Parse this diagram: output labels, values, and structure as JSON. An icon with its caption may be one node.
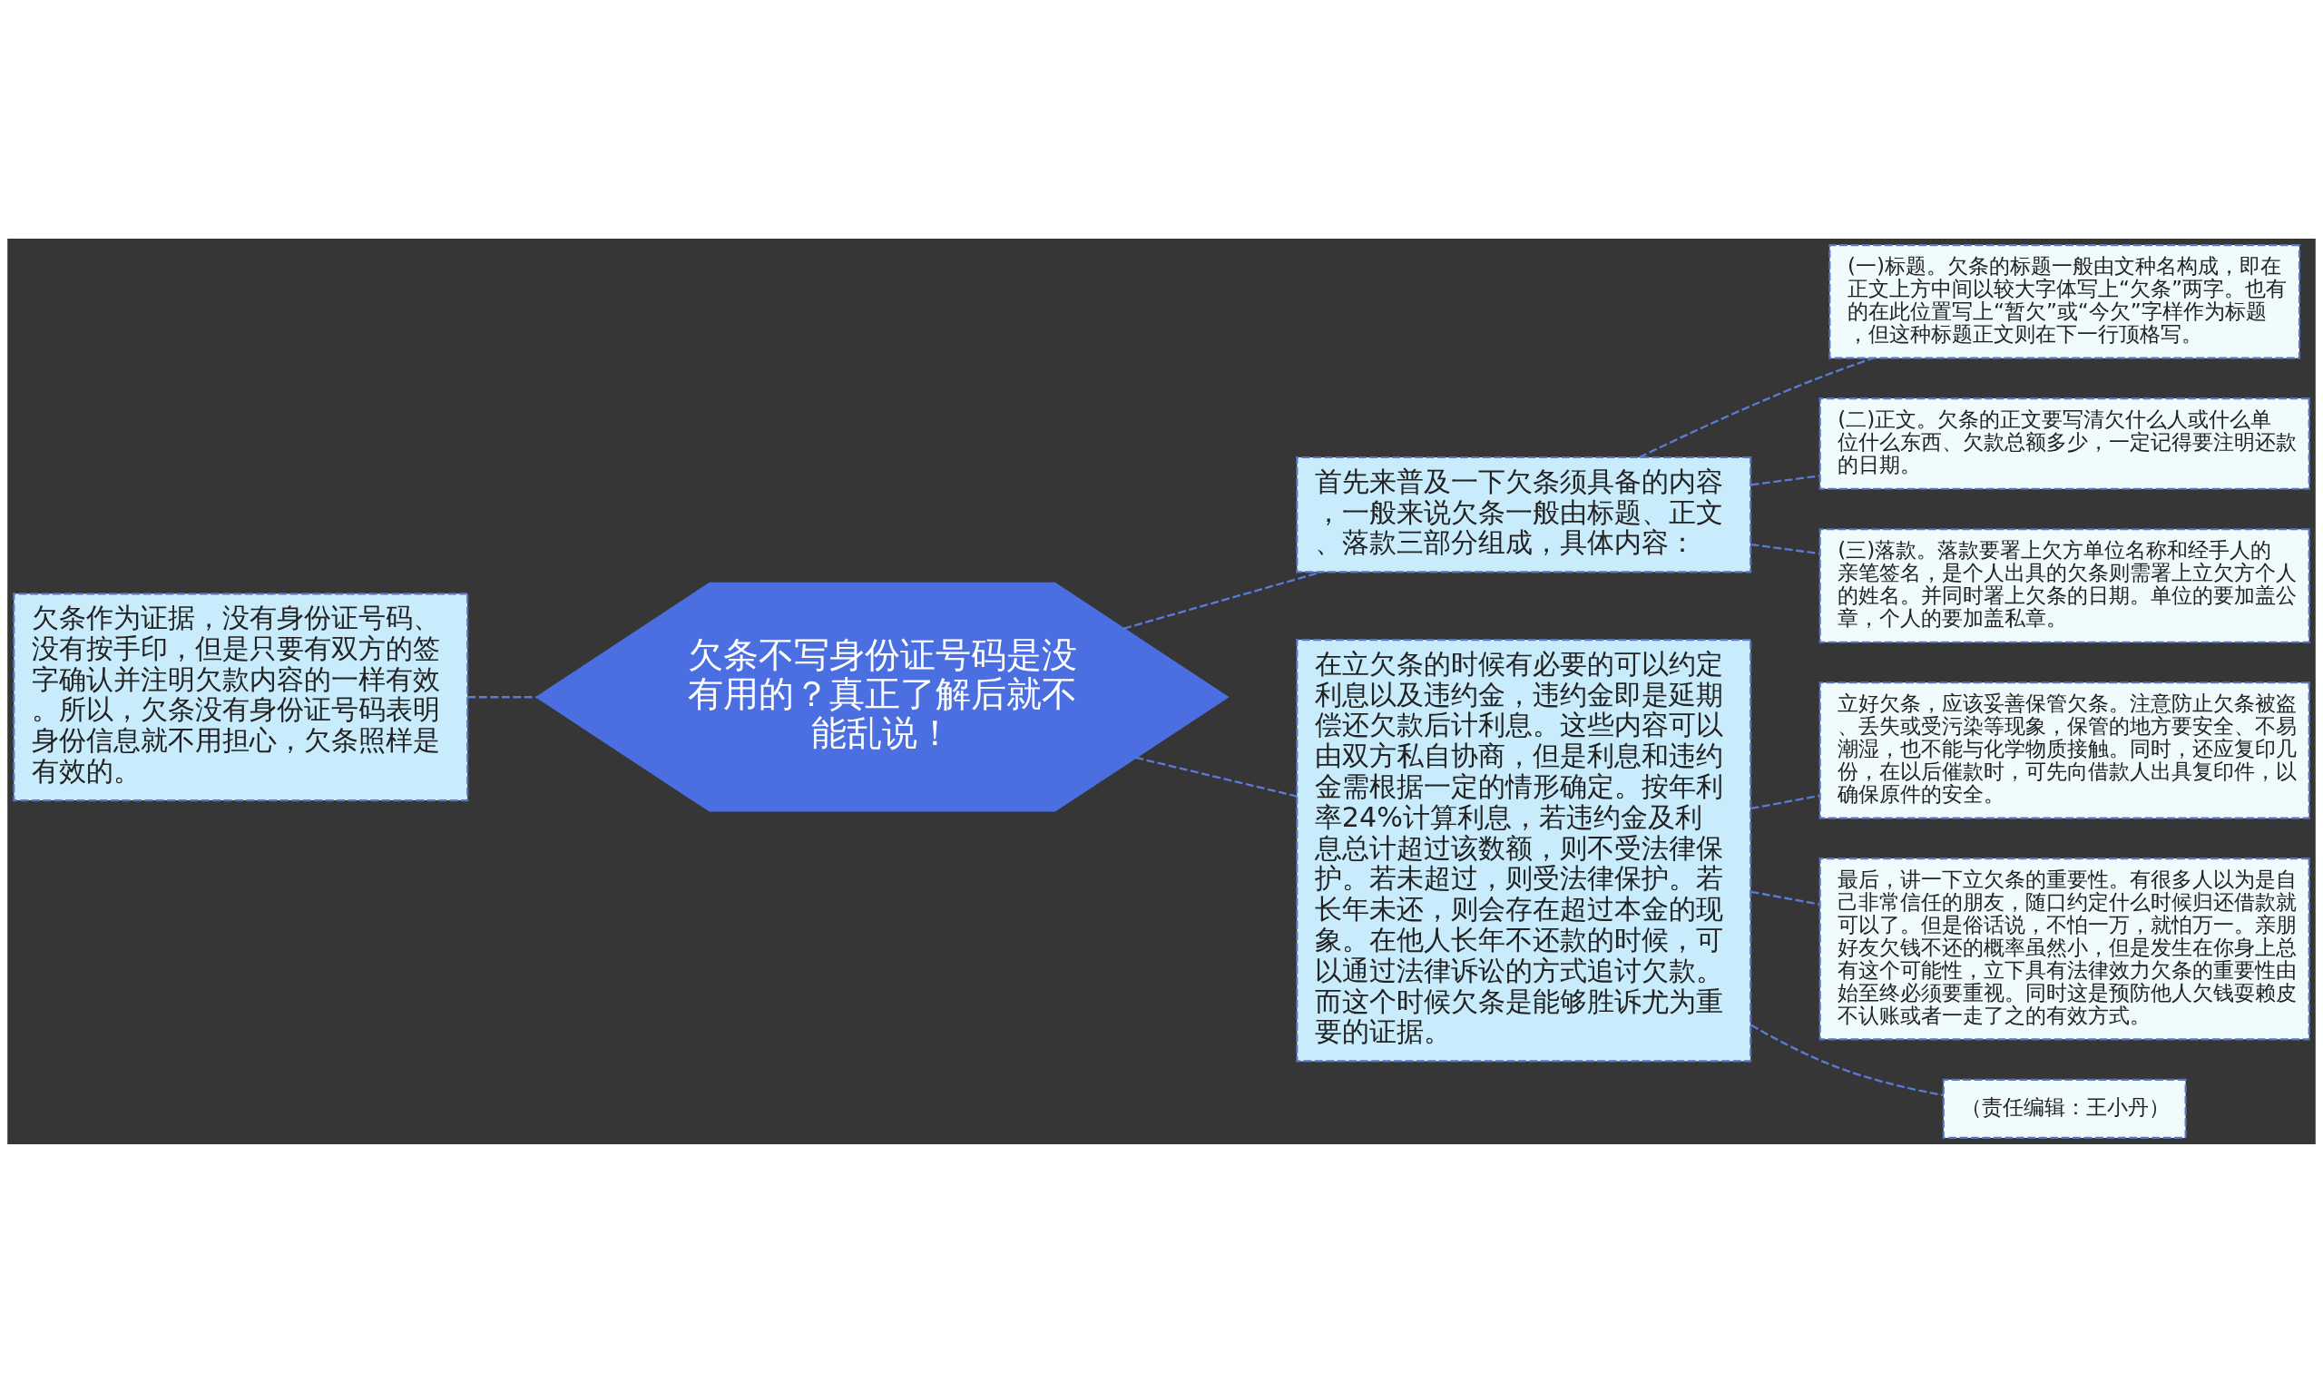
{
  "diagram": {
    "nodes": [
      {
        "text": [
          "欠条不写身份证号码是没有用的？真正了解后就不能乱说！"
        ]
      },
      {
        "text": [
          "欠条作为证据，没有身份证号码、没有按手印，但是只要有双方的签字确认并注明欠款内容的一样有效。所以，欠条没有身份证号码表明身份信息就不用担心，欠条照样是有效的。"
        ]
      },
      {
        "text": [
          "首先来普及一下欠条须具备的内容，一般来说欠条一般由标题、正文、落款三部分组成，具体内容："
        ]
      },
      {
        "text": [
          "(一)标题。欠条的标题一般由文种名构成，即在正文上方中间以较大字体写上“欠条”两字。也有的在此位置写上“暂欠”或“今欠”字样作为标题，但这种标题正文则在下一行顶格写。"
        ]
      },
      {
        "text": [
          "(二)正文。欠条的正文要写清欠什么人或什么单位什么东西、欠款总额多少，一定记得要注明还款的日期。"
        ]
      },
      {
        "text": [
          "(三)落款。落款要署上欠方单位名称和经手人的亲笔签名，是个人出具的欠条则需署上立欠方个人的姓名。并同时署上欠条的日期。单位的要加盖公章，个人的要加盖私章。"
        ]
      },
      {
        "text": [
          "在立欠条的时候有必要的可以约定利息以及违约金，违约金即是延期偿还欠款后计利息。这些内容可以由双方私自协商，但是利息和违约金需根据一定的情形确定。按年利率24%计算利息，若违约金及利息总计超过该数额，则不受法律保护。若未超过，则受法律保护。若长年未还，则会存在超过本金的现象。在他人长年不还款的时候，可以通过法律诉讼的方式追讨欠款。而这个时候欠条是能够胜诉尤为重要的证据。"
        ]
      },
      {
        "text": [
          "立好欠条，应该妥善保管欠条。注意防止欠条被盗、丢失或受污染等现象，保管的地方要安全、不易潮湿，也不能与化学物质接触。同时，还应复印几份，在以后催款时，可先向借款人出具复印件，以确保原件的安全。"
        ]
      },
      {
        "text": [
          "最后，讲一下立欠条的重要性。有很多人以为是自己非常信任的朋友，随口约定什么时候归还借款就可以了。但是俗话说，不怕一万，就怕万一。亲朋好友欠钱不还的概率虽然小，但是发生在你身上总有这个可能性，立下具有法律效力欠条的重要性由始至终必须要重视。同时这是预防他人欠钱耍赖皮不认账或者一走了之的有效方式。"
        ]
      },
      {
        "text": [
          "（责任编辑：王小丹）"
        ]
      }
    ],
    "edges": [
      {
        "from": 0,
        "to": 1,
        "arrow": "none",
        "style": "dashed"
      },
      {
        "from": 0,
        "to": 2,
        "arrow": "none",
        "style": "dashed"
      },
      {
        "from": 0,
        "to": 6,
        "arrow": "none",
        "style": "dashed"
      },
      {
        "from": 2,
        "to": 3,
        "arrow": "none",
        "style": "dashed"
      },
      {
        "from": 2,
        "to": 4,
        "arrow": "none",
        "style": "dashed"
      },
      {
        "from": 2,
        "to": 5,
        "arrow": "none",
        "style": "dashed"
      },
      {
        "from": 6,
        "to": 7,
        "arrow": "none",
        "style": "dashed"
      },
      {
        "from": 6,
        "to": 8,
        "arrow": "none",
        "style": "dashed"
      },
      {
        "from": 6,
        "to": 9,
        "arrow": "none",
        "style": "dashed"
      }
    ]
  }
}
